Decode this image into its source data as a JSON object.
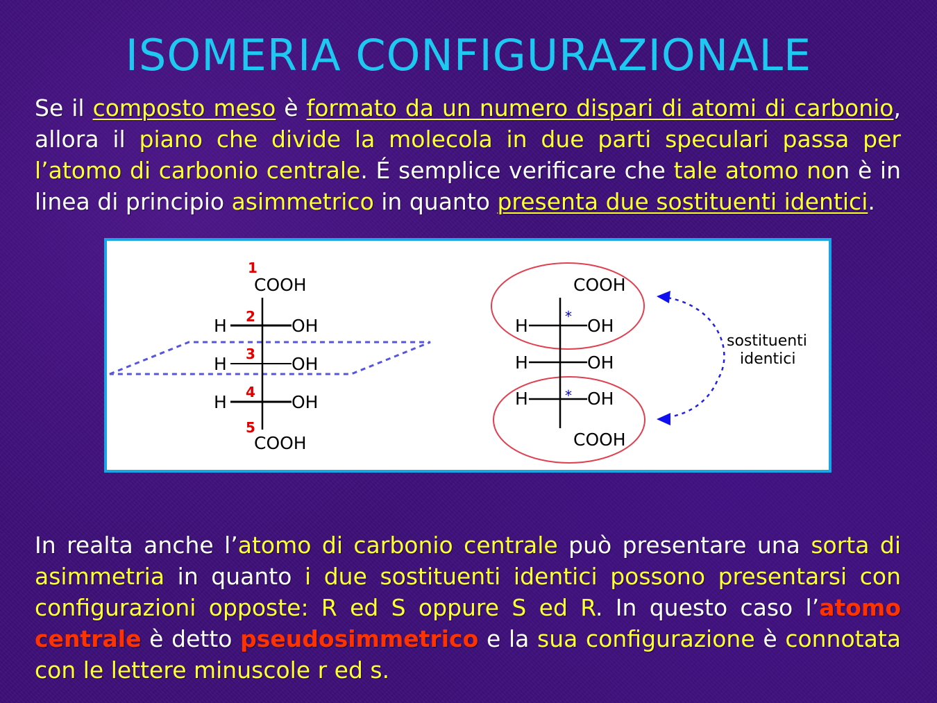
{
  "slide": {
    "title": "ISOMERIA CONFIGURAZIONALE",
    "colors": {
      "background": "#3d1078",
      "title": "#1ec8f0",
      "highlight": "#ffff33",
      "emphasis": "#ff3300",
      "body_text": "#ffffff",
      "figure_border": "#1aa6e6"
    },
    "paragraph1": {
      "s1": "Se il ",
      "s2": "composto meso",
      "s3": " è ",
      "s4": "formato da un numero dispari di atomi di carbonio",
      "s5": ", allora il ",
      "s6": "piano che divide la molecola in due parti speculari passa per l’atomo di carbonio centrale",
      "s7": ". É semplice verificare che ",
      "s8": "tale atomo no",
      "s9": "n è in linea di principio ",
      "s10": "asimmetrico",
      "s11": " in quanto ",
      "s12": "presenta due sostituenti identici",
      "s13": "."
    },
    "paragraph2": {
      "s1": "In realta anche l’",
      "s2": "atomo di carbonio centrale",
      "s3": " può presentare una ",
      "s4": "sorta di asimmetria",
      "s5": " in quanto ",
      "s6": "i due sostituenti identici possono presentarsi con configurazioni opposte: R ed S oppure S ed R",
      "s7": ". In questo caso l’",
      "s8": "atomo centrale",
      "s9": " è detto ",
      "s10": "pseudosimmetrico",
      "s11": " e la ",
      "s12": "sua configurazione",
      "s13": " è ",
      "s14": "connotata con le lettere minuscole r ed s."
    },
    "figure": {
      "left_molecule": {
        "top_group": "COOH",
        "bottom_group": "COOH",
        "carbon_numbers": [
          "1",
          "2",
          "3",
          "4",
          "5"
        ],
        "rows": [
          {
            "left": "H",
            "right": "OH"
          },
          {
            "left": "H",
            "right": "OH"
          },
          {
            "left": "H",
            "right": "OH"
          }
        ],
        "plane": "symmetry-plane (dashed, through carbon 3)"
      },
      "right_molecule": {
        "top_group": "COOH",
        "bottom_group": "COOH",
        "rows": [
          {
            "left": "H",
            "right": "OH",
            "mark": "*"
          },
          {
            "left": "H",
            "right": "OH",
            "mark": ""
          },
          {
            "left": "H",
            "right": "OH",
            "mark": "*"
          }
        ]
      },
      "annotation_line1": "sostituenti",
      "annotation_line2": "identici"
    }
  }
}
